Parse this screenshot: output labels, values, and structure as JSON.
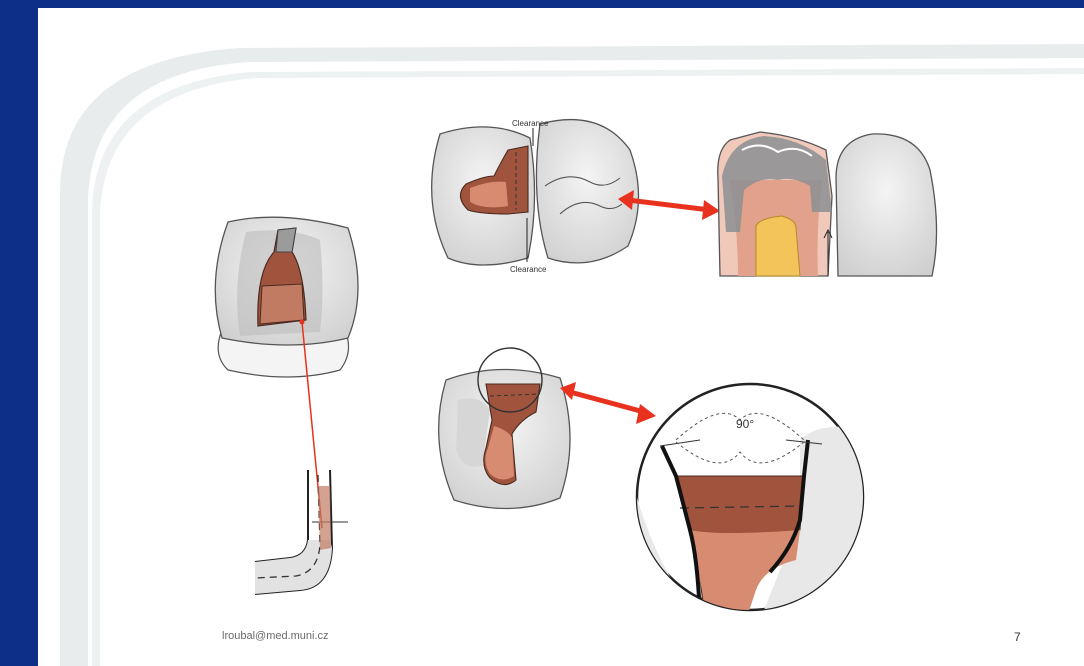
{
  "slide": {
    "footer_email": "lroubal@med.muni.cz",
    "page_number": "7"
  },
  "diagram": {
    "label_clearance_top": "Clearance",
    "label_clearance_bottom": "Clearance",
    "label_angle": "90°"
  },
  "colors": {
    "background_frame": "#0d2f86",
    "slide_bg": "#ffffff",
    "tooth_fill": "#e6e6e6",
    "restoration_brown": "#a0533d",
    "restoration_light": "#e6a58f",
    "pulp_yellow": "#f3c45a",
    "arrow_red": "#e8321e"
  }
}
